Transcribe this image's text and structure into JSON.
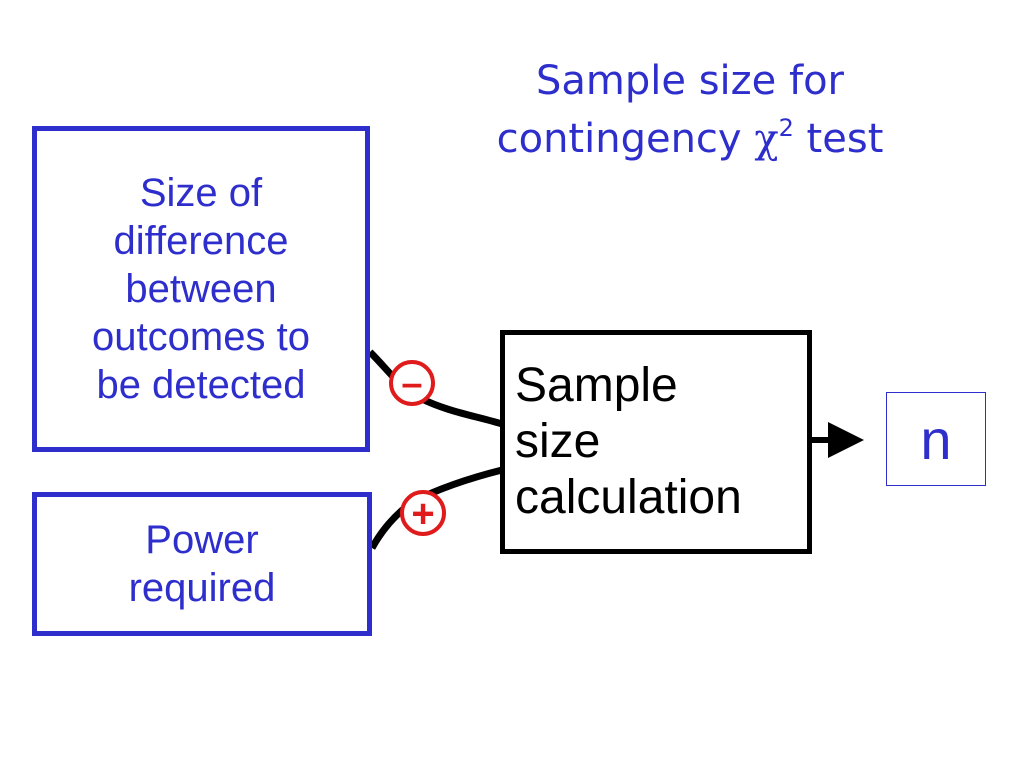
{
  "title": {
    "line1": "Sample size for",
    "line2_text": "contingency ",
    "chi_symbol": "χ",
    "superscript": "2",
    "line2_end": " test"
  },
  "boxes": {
    "difference": "Size of\ndifference\nbetween\noutcomes to\nbe detected",
    "power": "Power\nrequired",
    "calculation": "Sample\nsize\ncalculation",
    "output": "n"
  },
  "signs": {
    "difference_sign": "–",
    "power_sign": "+"
  },
  "colors": {
    "blue": "#2e2ecc",
    "red": "#e01b1b",
    "black": "#000000"
  }
}
